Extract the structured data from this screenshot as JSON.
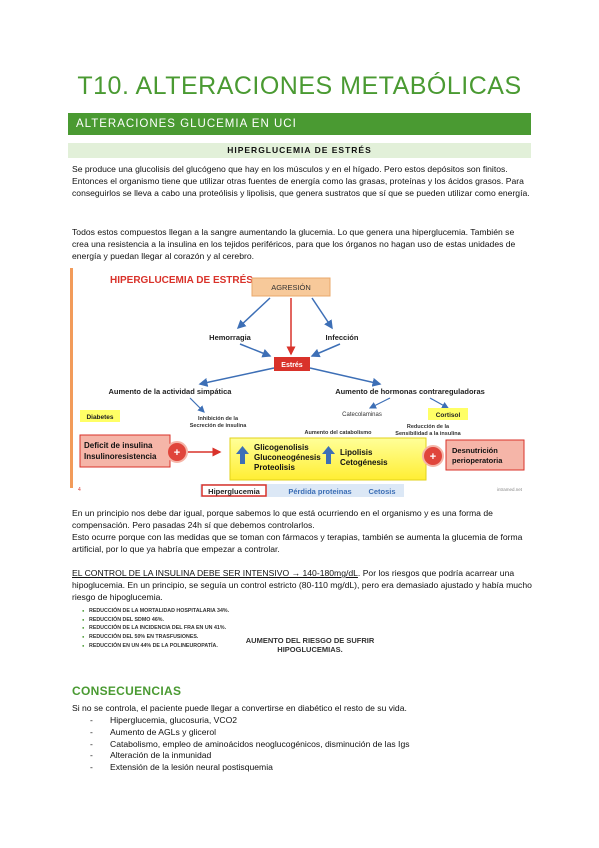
{
  "doc": {
    "title": "T10. ALTERACIONES METABÓLICAS",
    "section": "ALTERACIONES GLUCEMIA EN UCI",
    "subheading": "HIPERGLUCEMIA DE ESTRÉS",
    "p1": "Se produce una glucolisis del glucógeno que hay en los músculos y en el hígado. Pero estos depósitos son finitos. Entonces el organismo tiene que utilizar otras fuentes de energía como las grasas, proteínas y los ácidos grasos. Para conseguirlos se lleva a cabo una proteólisis y lipolisis, que genera sustratos que sí que se pueden utilizar como energía.",
    "p2": "Todos estos compuestos llegan a la sangre aumentando la glucemia. Lo que genera una hiperglucemia. También se crea una resistencia a la insulina en los tejidos periféricos, para que los órganos no hagan uso de estas unidades de energía y puedan llegar al corazón y al cerebro.",
    "p3a": "En un principio nos debe dar igual, porque sabemos lo que está ocurriendo en el organismo y es una forma de compensación. Pero pasadas 24h sí que debemos controlarlos.",
    "p3b": "Esto ocurre porque con las medidas que se toman con fármacos y terapias, también se aumenta la glucemia de forma artificial, por lo que ya habría que empezar a controlar.",
    "p4_ul": "EL CONTROL DE LA INSULINA DEBE SER INTENSIVO → 140-180mg/dL",
    "p4_rest": ". Por los riesgos que podría acarrear una hipoglucemia. En un principio, se seguía un control estricto (80-110 mg/dL), pero era demasiado ajustado y había mucho riesgo de hipoglucemia.",
    "small_list": [
      "REDUCCIÓN DE LA MORTALIDAD HOSPITALARIA 34%.",
      "REDUCCIÓN DEL SDMO 46%.",
      "REDUCCIÓN DE LA INCIDENCIA DEL FRA EN UN 41%.",
      "REDUCCIÓN DEL 50% EN TRASFUSIONES.",
      "REDUCCIÓN EN UN 44% DE LA POLINEUROPATÍA."
    ],
    "risk": "AUMENTO DEL RIESGO DE SUFRIR HIPOGLUCEMIAS.",
    "cons_title": "CONSECUENCIAS",
    "cons_intro": "Si no se controla, el paciente puede llegar a convertirse en diabético el resto de su vida.",
    "cons_items": [
      "Hiperglucemia, glucosuria, VCO2",
      "Aumento de AGLs y glicerol",
      "Catabolismo, empleo de aminoácidos neoglucogénicos, disminución de las Igs",
      "Alteración de la inmunidad",
      "Extensión de la lesión neural postisquemia"
    ]
  },
  "figure": {
    "title": "HIPERGLUCEMIA DE ESTRÉS",
    "agresion": "AGRESIÓN",
    "hemorragia": "Hemorragia",
    "infeccion": "Infección",
    "estres": "Estrés",
    "simpatica": "Aumento de la actividad simpática",
    "contrareg": "Aumento de hormonas contrareguladoras",
    "diabetes": "Diabetes",
    "inhib1": "Inhibición de la",
    "inhib2": "Secreción de insulina",
    "catecol": "Catecolaminas",
    "cortisol": "Cortisol",
    "catab": "Aumento del catabolismo",
    "redsens1": "Reducción de la",
    "redsens2": "Sensibilidad a la insulina",
    "deficit1": "Deficit de insulina",
    "deficit2": "Insulinoresistencia",
    "desnut1": "Desnutrición",
    "desnut2": "perioperatoria",
    "glico": "Glicogenolisis",
    "gluco": "Gluconeogénesis",
    "proteo": "Proteolisis",
    "lipo": "Lipolisis",
    "ceto": "Cetogénesis",
    "hiperg": "Hiperglucemia",
    "perdida": "Pérdida proteinas",
    "cetosis": "Cetosis",
    "plus": "+",
    "page_num": "4",
    "credit": "intramed.net",
    "colors": {
      "red": "#d9322a",
      "blue": "#3d6fb6",
      "yellow": "#ffff66",
      "orange": "#f7c99a"
    }
  }
}
